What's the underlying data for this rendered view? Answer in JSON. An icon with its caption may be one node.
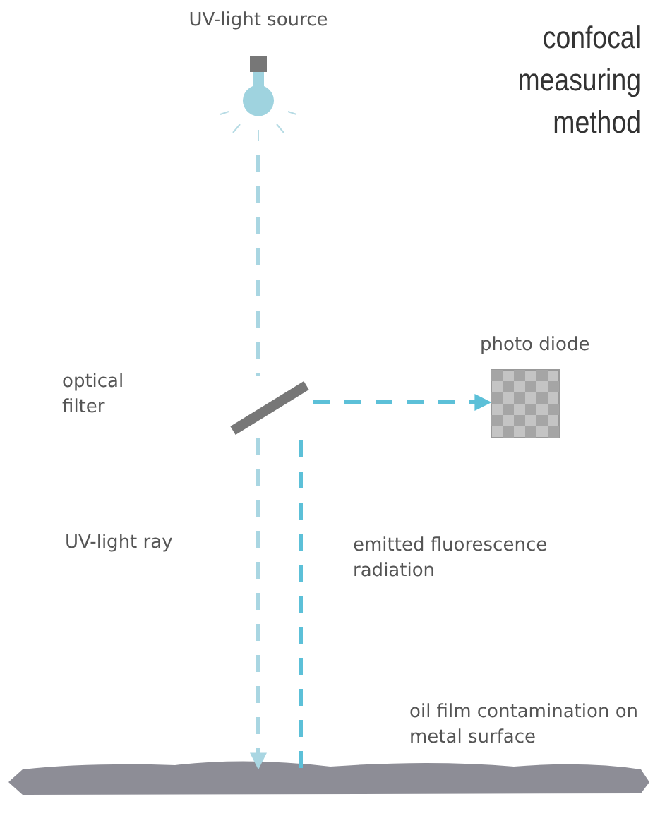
{
  "diagram": {
    "title": "confocal measuring method",
    "nodes": [
      {
        "text": [
          "UV-light source"
        ]
      },
      {
        "text": [
          "optical filter"
        ]
      },
      {
        "text": [
          "photo diode"
        ]
      },
      {
        "text": [
          "oil film contamination on metal surface"
        ]
      }
    ],
    "edges": [
      {
        "from": 0,
        "to": 1,
        "arrow": "none",
        "style": "dashed",
        "color": "#a9d6e2"
      },
      {
        "from": 1,
        "to": 3,
        "arrow": "to",
        "label": "UV-light ray",
        "style": "dashed",
        "color": "#a9d6e2"
      },
      {
        "from": 3,
        "to": 1,
        "arrow": "none",
        "label": "emitted fluorescence radiation",
        "style": "dashed",
        "color": "#5cc0d8"
      },
      {
        "from": 1,
        "to": 2,
        "arrow": "to",
        "style": "dashed",
        "color": "#5cc0d8"
      }
    ]
  }
}
